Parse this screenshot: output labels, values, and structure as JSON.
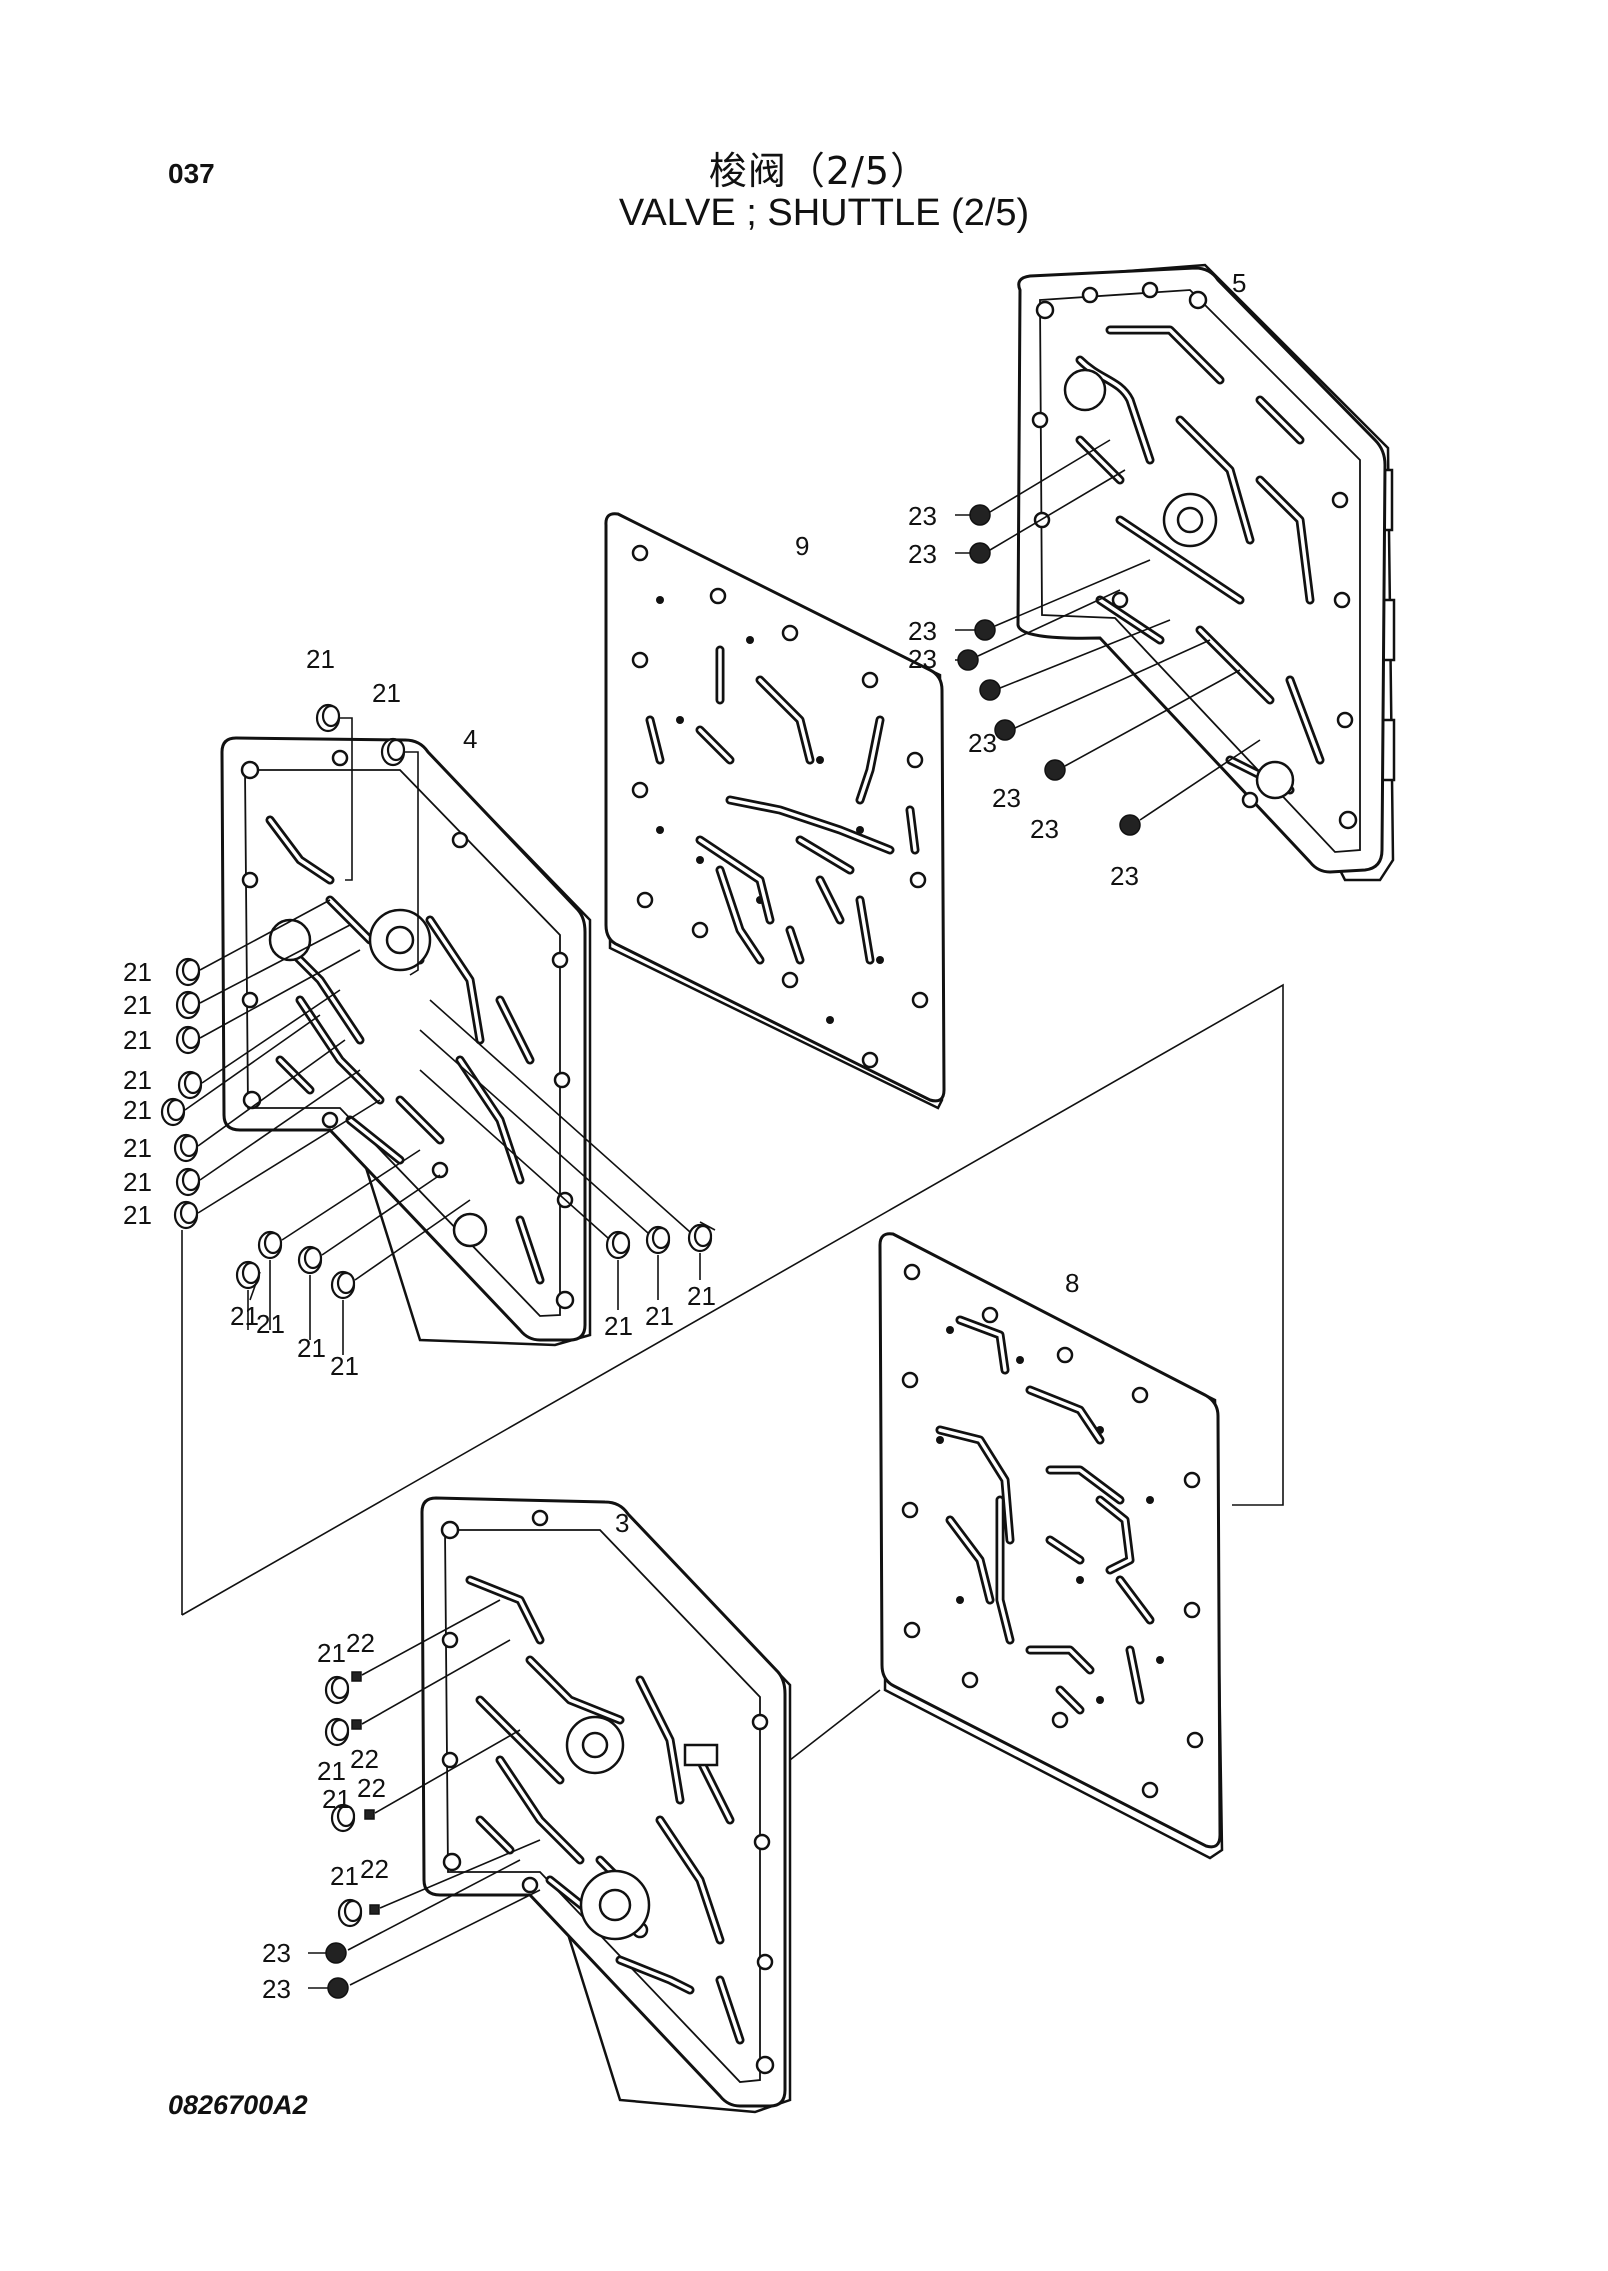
{
  "header": {
    "page_number": "037",
    "title_cn": "梭阀（2/5）",
    "title_en": "VALVE ; SHUTTLE (2/5)"
  },
  "footer": {
    "drawing_code": "0826700A2"
  },
  "callouts": {
    "part_3": "3",
    "part_4": "4",
    "part_5": "5",
    "part_8": "8",
    "part_9": "9",
    "part_21": "21",
    "part_22": "22",
    "part_23": "23"
  }
}
